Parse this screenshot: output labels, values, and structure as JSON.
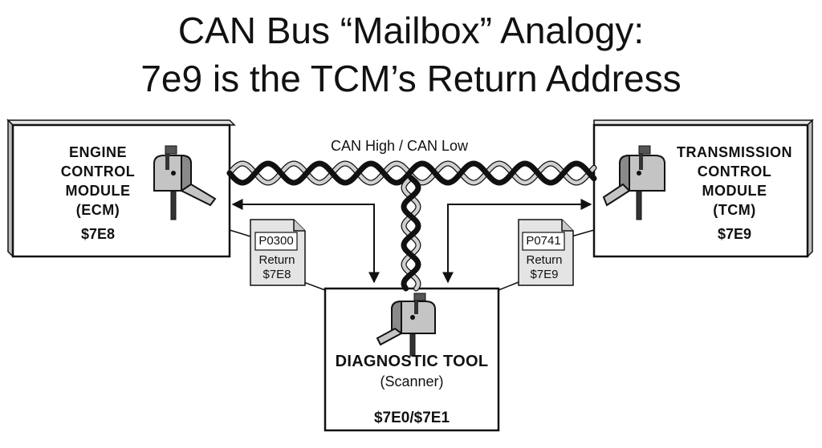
{
  "title": {
    "line1": "CAN Bus “Mailbox” Analogy:",
    "line2": "7e9 is the TCM’s Return Address"
  },
  "bus": {
    "label": "CAN High / CAN Low"
  },
  "ecm": {
    "name_lines": [
      "ENGINE",
      "CONTROL",
      "MODULE",
      "(ECM)"
    ],
    "id": "$7E8",
    "icon": "mailbox-icon"
  },
  "tcm": {
    "name_lines": [
      "TRANSMISSION",
      "CONTROL",
      "MODULE",
      "(TCM)"
    ],
    "id": "$7E9",
    "icon": "mailbox-icon"
  },
  "tool": {
    "name": "DIAGNOSTIC TOOL",
    "sub": "(Scanner)",
    "id": "$7E0/$7E1",
    "icon": "mailbox-icon"
  },
  "messages": {
    "ecm": {
      "code": "P0300",
      "line1": "Return",
      "line2": "$7E8"
    },
    "tcm": {
      "code": "P0741",
      "line1": "Return",
      "line2": "$7E9"
    }
  },
  "colors": {
    "wire_dark": "#111111",
    "wire_light": "#d0d0d0",
    "box_shadow": "#cfcfcf",
    "mailbox_dark": "#8a8a8a",
    "mailbox_light": "#c4c4c4"
  }
}
